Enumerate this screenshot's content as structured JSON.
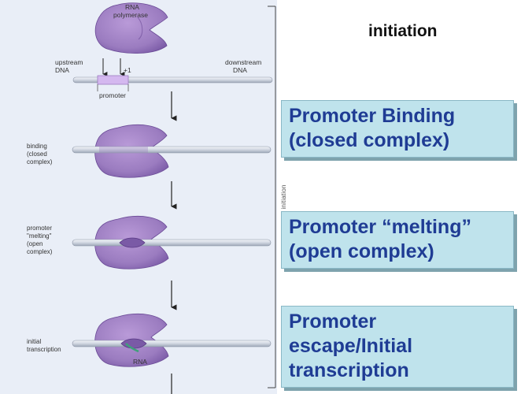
{
  "slide": {
    "title": "initiation"
  },
  "figure": {
    "polymerase_label_line1": "RNA",
    "polymerase_label_line2": "polymerase",
    "upstream_line1": "upstream",
    "upstream_line2": "DNA",
    "downstream_line1": "downstream",
    "downstream_line2": "DNA",
    "plus_one": "+1",
    "promoter_label": "promoter",
    "phase_label": "initiation",
    "rna_label": "RNA",
    "steps": [
      {
        "lines": [
          "binding",
          "(closed",
          "complex)"
        ]
      },
      {
        "lines": [
          "promoter",
          "\"melting\"",
          "(open",
          "complex)"
        ]
      },
      {
        "lines": [
          "initial",
          "transcription"
        ]
      }
    ]
  },
  "boxes": [
    {
      "lines": [
        "Promoter Binding",
        "(closed complex)"
      ]
    },
    {
      "lines": [
        "Promoter “melting”",
        "(open complex)"
      ]
    },
    {
      "lines": [
        "Promoter",
        "escape/Initial",
        "transcription"
      ]
    }
  ],
  "colors": {
    "polymerase": "#9b7cc0",
    "polymerase_dark": "#7a5aa6",
    "dna": "#d2d8e3",
    "box_fill": "#bfe3ec",
    "box_text": "#1f3c94",
    "rna": "#3fa07a"
  }
}
